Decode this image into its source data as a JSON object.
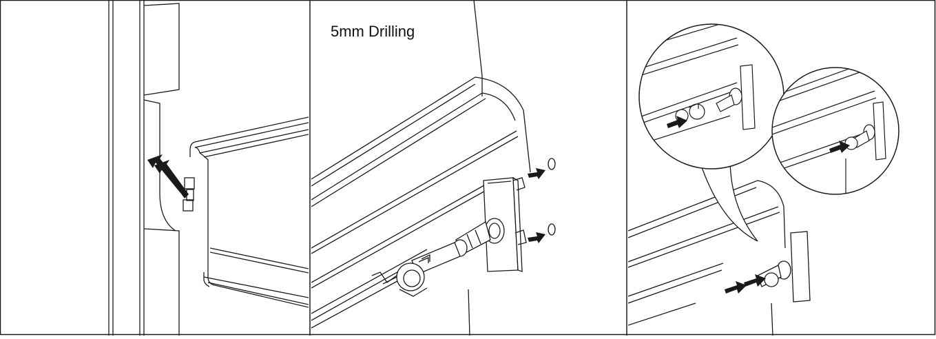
{
  "figure": {
    "panels": [
      {
        "id": "panel-1",
        "content": "rail-clip-insertion"
      },
      {
        "id": "panel-2",
        "content": "drilling-step",
        "caption": "5mm Drilling"
      },
      {
        "id": "panel-3",
        "content": "clip-lock-detail"
      }
    ],
    "colors": {
      "line": "#1a1a1a",
      "arrow": "#1a1a1a",
      "background": "#ffffff"
    },
    "icons": [
      "double-arrow-icon",
      "arrow-icon",
      "drill-hole-icon",
      "magnifier-callout"
    ]
  }
}
